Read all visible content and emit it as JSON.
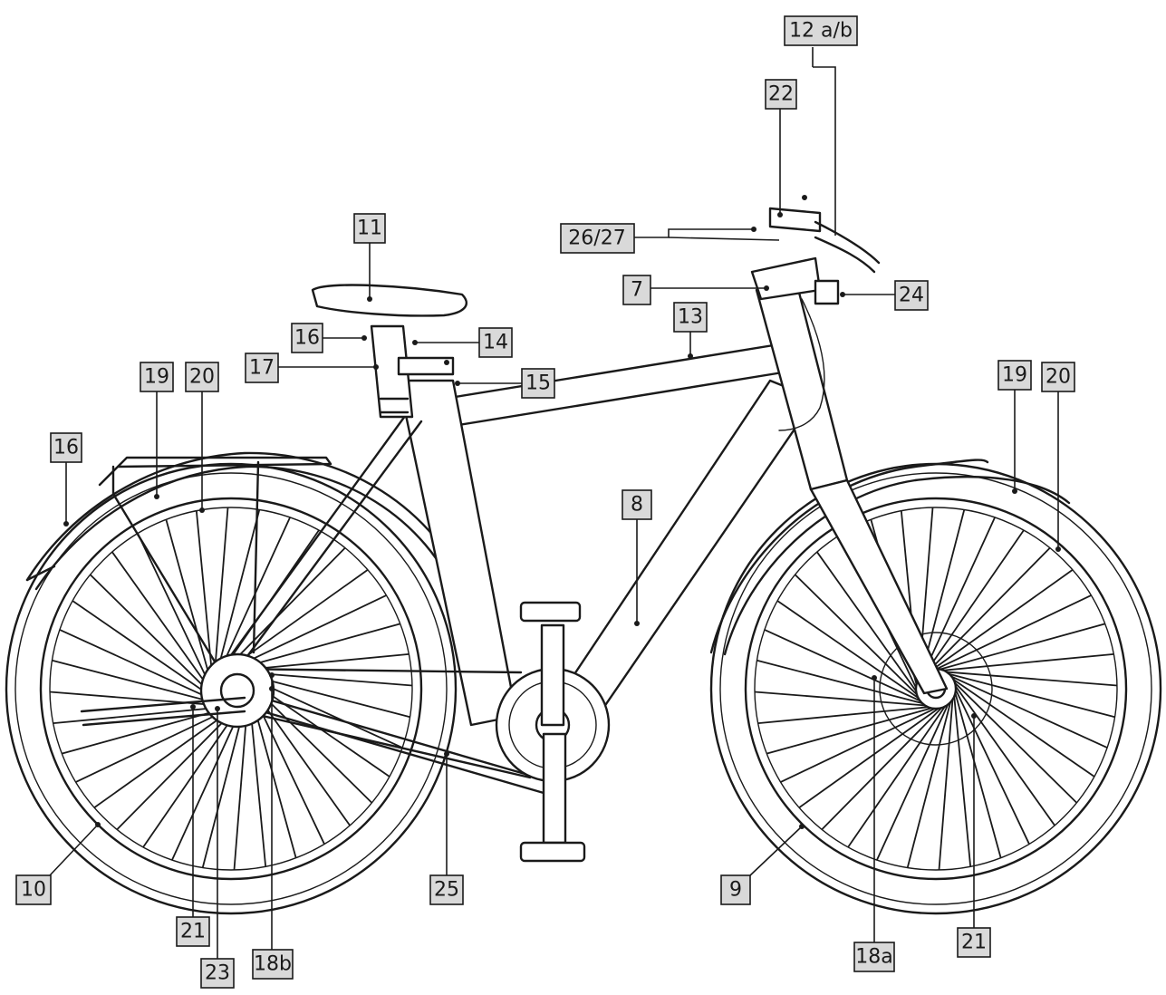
{
  "diagram": {
    "labels": [
      {
        "id": "12ab",
        "text": "12 a/b"
      },
      {
        "id": "22",
        "text": "22"
      },
      {
        "id": "11",
        "text": "11"
      },
      {
        "id": "2627",
        "text": "26/27"
      },
      {
        "id": "7",
        "text": "7"
      },
      {
        "id": "24",
        "text": "24"
      },
      {
        "id": "13",
        "text": "13"
      },
      {
        "id": "16a",
        "text": "16"
      },
      {
        "id": "14",
        "text": "14"
      },
      {
        "id": "17",
        "text": "17"
      },
      {
        "id": "15",
        "text": "15"
      },
      {
        "id": "19a",
        "text": "19"
      },
      {
        "id": "20a",
        "text": "20"
      },
      {
        "id": "19b",
        "text": "19"
      },
      {
        "id": "20b",
        "text": "20"
      },
      {
        "id": "16b",
        "text": "16"
      },
      {
        "id": "8",
        "text": "8"
      },
      {
        "id": "10",
        "text": "10"
      },
      {
        "id": "9",
        "text": "9"
      },
      {
        "id": "25",
        "text": "25"
      },
      {
        "id": "21a",
        "text": "21"
      },
      {
        "id": "21b",
        "text": "21"
      },
      {
        "id": "23",
        "text": "23"
      },
      {
        "id": "18b",
        "text": "18b"
      },
      {
        "id": "18a",
        "text": "18a"
      }
    ]
  }
}
